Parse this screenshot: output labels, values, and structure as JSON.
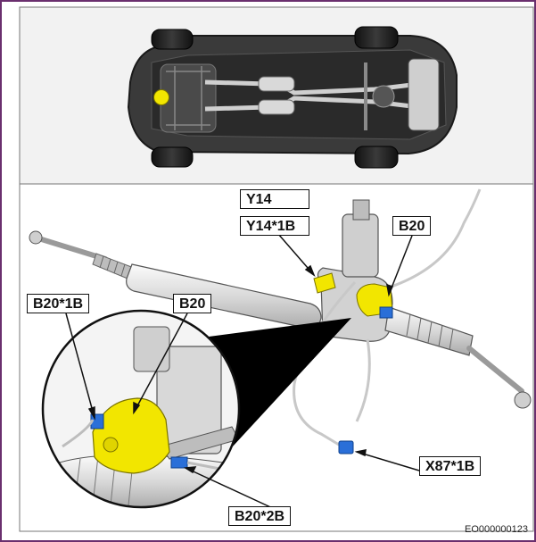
{
  "callouts": {
    "y14": "Y14",
    "y14_1b": "Y14*1B",
    "b20_top": "B20",
    "b20_1b": "B20*1B",
    "b20_inset": "B20",
    "b20_2b": "B20*2B",
    "x87_1b": "X87*1B"
  },
  "document_code": "EO000000123",
  "colors": {
    "frame_border": "#6a2f6e",
    "panel_bg": "#f2f2f2",
    "component_yellow": "#f2e600",
    "connector_blue": "#2a6fd8",
    "vehicle_dark": "#2e2e2e"
  }
}
